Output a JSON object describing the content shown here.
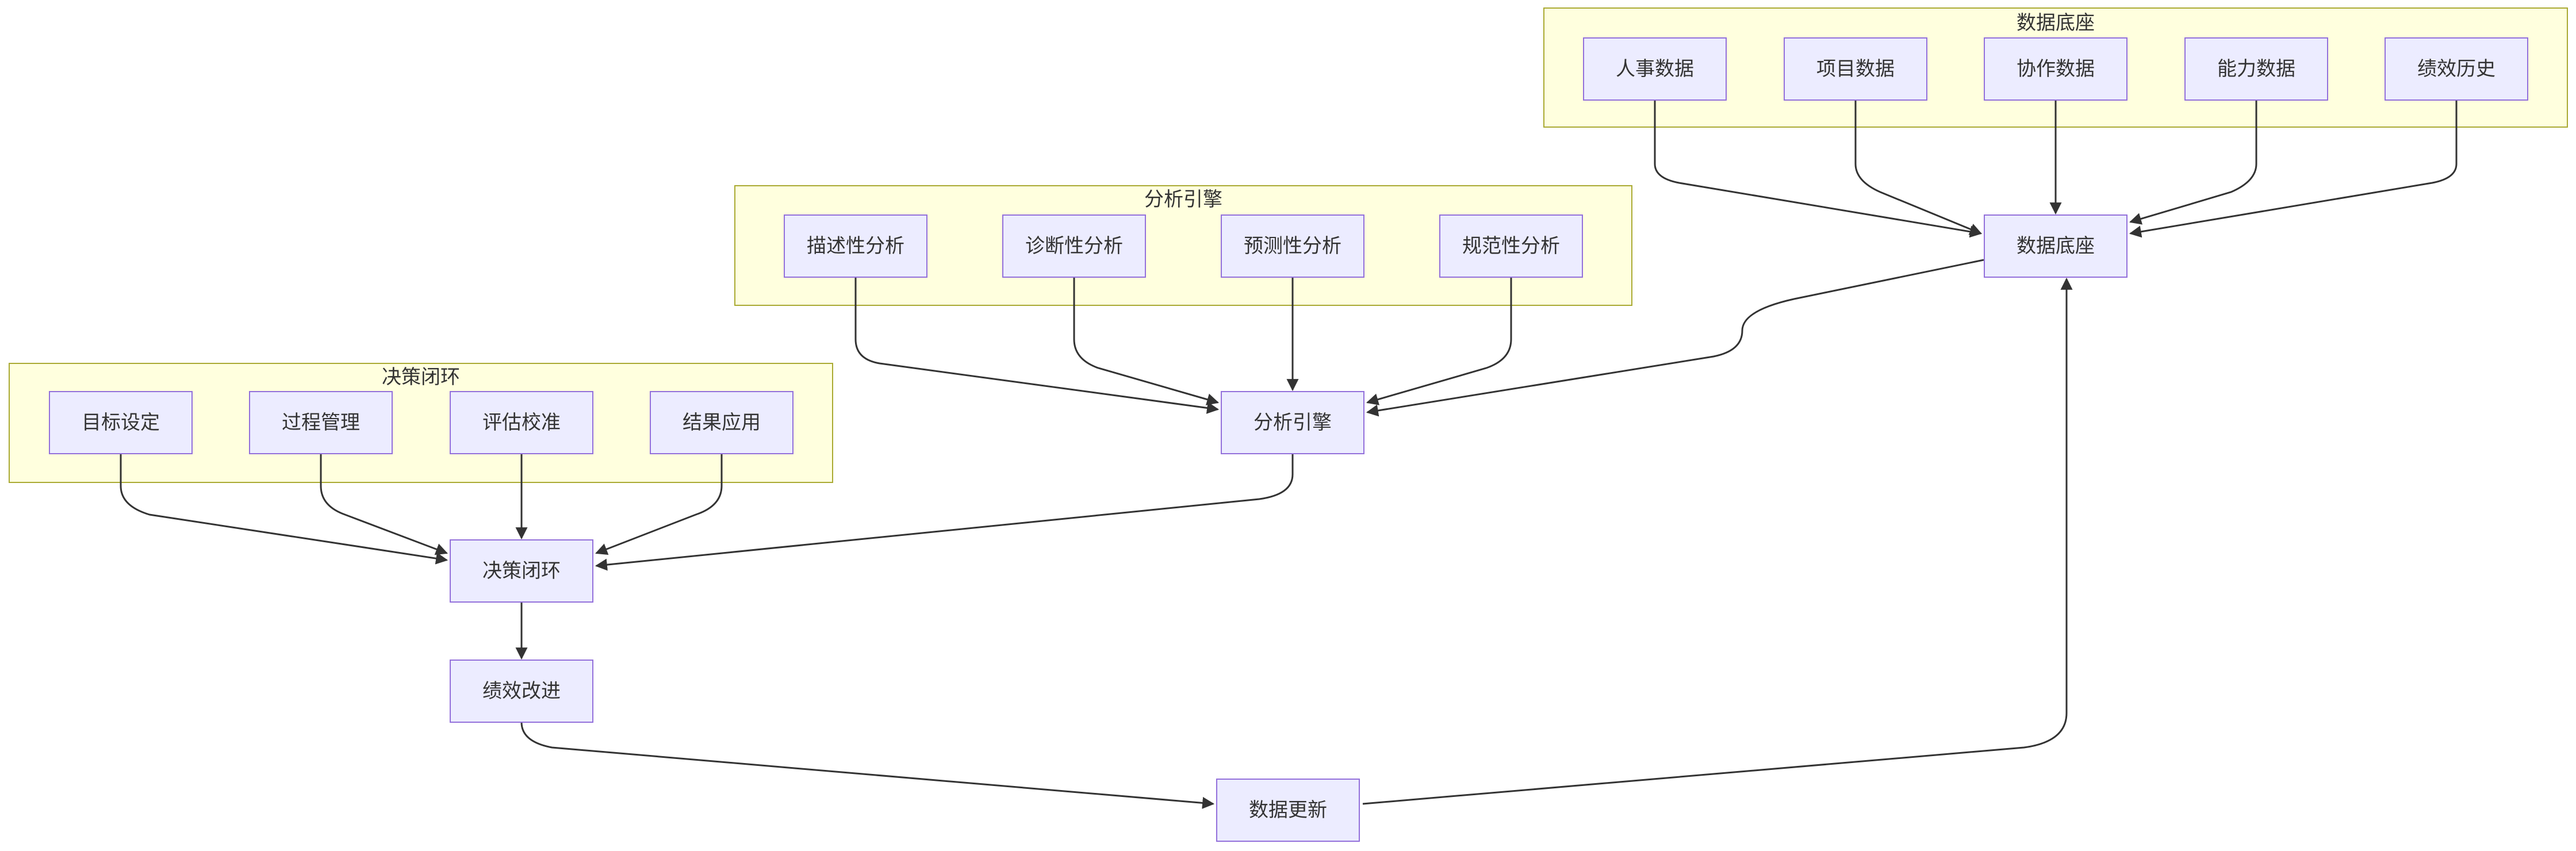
{
  "clusters": [
    {
      "id": "data_base",
      "label": "数据底座"
    },
    {
      "id": "analysis_engine",
      "label": "分析引擎"
    },
    {
      "id": "decision_loop",
      "label": "决策闭环"
    }
  ],
  "nodes": [
    {
      "id": "hr_data",
      "label": "人事数据",
      "cluster": "data_base"
    },
    {
      "id": "project_data",
      "label": "项目数据",
      "cluster": "data_base"
    },
    {
      "id": "collab_data",
      "label": "协作数据",
      "cluster": "data_base"
    },
    {
      "id": "ability_data",
      "label": "能力数据",
      "cluster": "data_base"
    },
    {
      "id": "perf_history",
      "label": "绩效历史",
      "cluster": "data_base"
    },
    {
      "id": "data_base_node",
      "label": "数据底座"
    },
    {
      "id": "descriptive",
      "label": "描述性分析",
      "cluster": "analysis_engine"
    },
    {
      "id": "diagnostic",
      "label": "诊断性分析",
      "cluster": "analysis_engine"
    },
    {
      "id": "predictive",
      "label": "预测性分析",
      "cluster": "analysis_engine"
    },
    {
      "id": "prescriptive",
      "label": "规范性分析",
      "cluster": "analysis_engine"
    },
    {
      "id": "analysis_engine_node",
      "label": "分析引擎"
    },
    {
      "id": "goal_setting",
      "label": "目标设定",
      "cluster": "decision_loop"
    },
    {
      "id": "process_mgmt",
      "label": "过程管理",
      "cluster": "decision_loop"
    },
    {
      "id": "eval_calib",
      "label": "评估校准",
      "cluster": "decision_loop"
    },
    {
      "id": "result_apply",
      "label": "结果应用",
      "cluster": "decision_loop"
    },
    {
      "id": "decision_loop_node",
      "label": "决策闭环"
    },
    {
      "id": "perf_improve",
      "label": "绩效改进"
    },
    {
      "id": "data_update",
      "label": "数据更新"
    }
  ],
  "edges": [
    {
      "from": "hr_data",
      "to": "data_base_node"
    },
    {
      "from": "project_data",
      "to": "data_base_node"
    },
    {
      "from": "collab_data",
      "to": "data_base_node"
    },
    {
      "from": "ability_data",
      "to": "data_base_node"
    },
    {
      "from": "perf_history",
      "to": "data_base_node"
    },
    {
      "from": "descriptive",
      "to": "analysis_engine_node"
    },
    {
      "from": "diagnostic",
      "to": "analysis_engine_node"
    },
    {
      "from": "predictive",
      "to": "analysis_engine_node"
    },
    {
      "from": "prescriptive",
      "to": "analysis_engine_node"
    },
    {
      "from": "data_base_node",
      "to": "analysis_engine_node"
    },
    {
      "from": "goal_setting",
      "to": "decision_loop_node"
    },
    {
      "from": "process_mgmt",
      "to": "decision_loop_node"
    },
    {
      "from": "eval_calib",
      "to": "decision_loop_node"
    },
    {
      "from": "result_apply",
      "to": "decision_loop_node"
    },
    {
      "from": "analysis_engine_node",
      "to": "decision_loop_node"
    },
    {
      "from": "decision_loop_node",
      "to": "perf_improve"
    },
    {
      "from": "perf_improve",
      "to": "data_update"
    },
    {
      "from": "data_update",
      "to": "data_base_node"
    }
  ],
  "colors": {
    "cluster_fill": "#ffffde",
    "cluster_stroke": "#aaaa33",
    "node_fill": "#ececff",
    "node_stroke": "#9370db",
    "edge": "#333333",
    "text": "#333333"
  }
}
